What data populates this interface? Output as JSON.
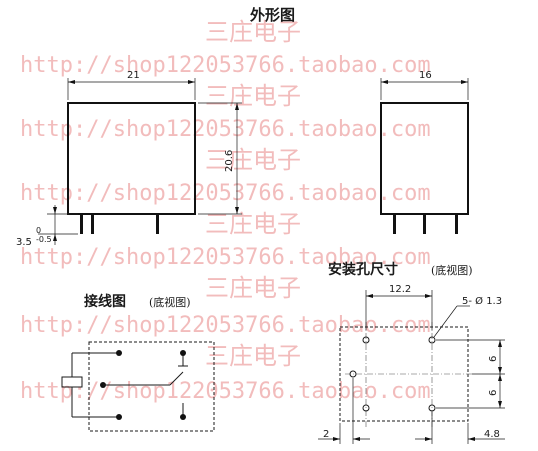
{
  "title": "外形图",
  "watermark": {
    "cn": "三庄电子",
    "url": "http://shop122053766.taobao.com"
  },
  "front_view": {
    "width": "21",
    "height": "20.6",
    "pin_len": "3.5",
    "tol_top": "0",
    "tol_bottom": "-0.5"
  },
  "side_view": {
    "width": "16"
  },
  "wiring": {
    "title": "接线图",
    "note": "(底视图)"
  },
  "pcb": {
    "title": "安装孔尺寸",
    "note": "(底视图)",
    "spacing": "12.2",
    "holes": "5- Ø 1.3",
    "pitch_a": "6",
    "pitch_b": "6",
    "left_offset": "2",
    "right_offset": "4.8"
  }
}
